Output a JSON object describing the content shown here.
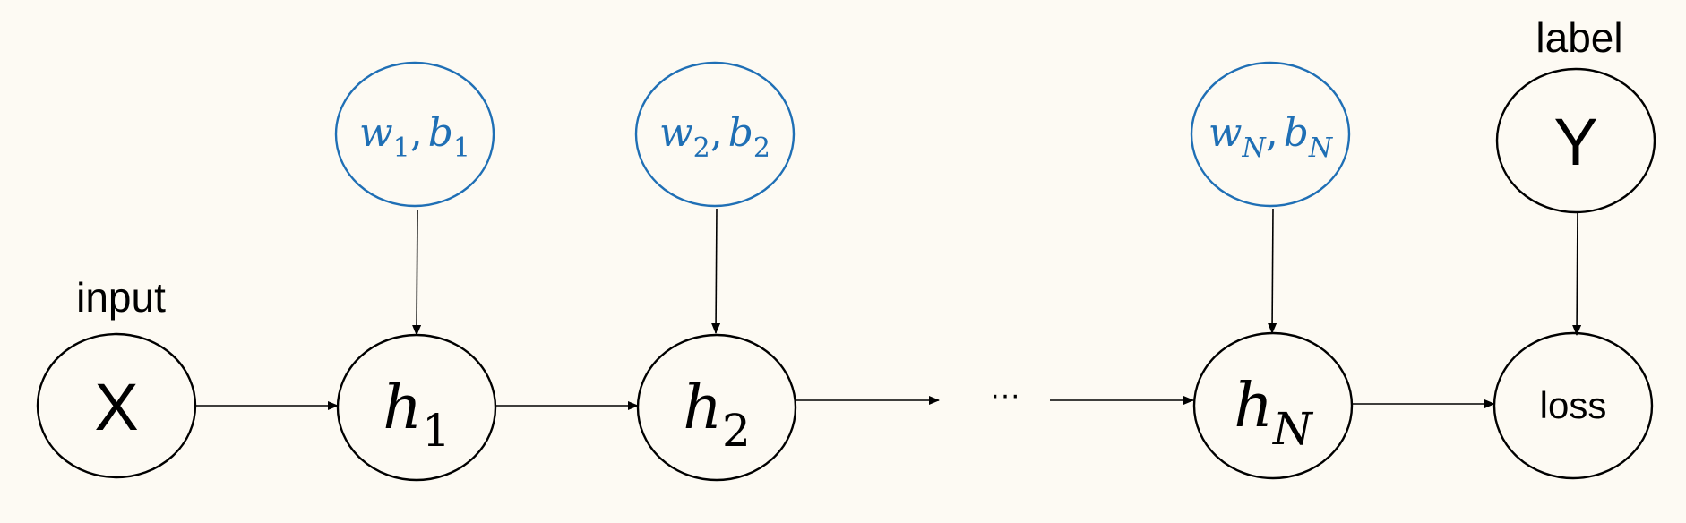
{
  "colors": {
    "background": "#fdfaf3",
    "node_stroke": "#000000",
    "param_color": "#1f6fb5",
    "edge": "#000000"
  },
  "labels": {
    "input_caption": "input",
    "label_caption": "label",
    "ellipsis": "···"
  },
  "nodes": {
    "x": {
      "text": "X"
    },
    "y": {
      "text": "Y"
    },
    "loss": {
      "text": "loss"
    },
    "h1": {
      "base": "h",
      "sub": "1"
    },
    "h2": {
      "base": "h",
      "sub": "2"
    },
    "hN": {
      "base": "h",
      "sub": "N"
    }
  },
  "params": {
    "p1": {
      "w": "w",
      "w_sub": "1",
      "sep": ",",
      "b": "b",
      "b_sub": "1"
    },
    "p2": {
      "w": "w",
      "w_sub": "2",
      "sep": ",",
      "b": "b",
      "b_sub": "2"
    },
    "pN": {
      "w": "w",
      "w_sub": "N",
      "sep": ",",
      "b": "b",
      "b_sub": "N"
    }
  },
  "edges": [
    {
      "from": "X",
      "to": "h1"
    },
    {
      "from": "h1",
      "to": "h2"
    },
    {
      "from": "h2",
      "to": "···"
    },
    {
      "from": "···",
      "to": "hN"
    },
    {
      "from": "hN",
      "to": "loss"
    },
    {
      "from": "w1,b1",
      "to": "h1"
    },
    {
      "from": "w2,b2",
      "to": "h2"
    },
    {
      "from": "wN,bN",
      "to": "hN"
    },
    {
      "from": "Y",
      "to": "loss"
    }
  ]
}
